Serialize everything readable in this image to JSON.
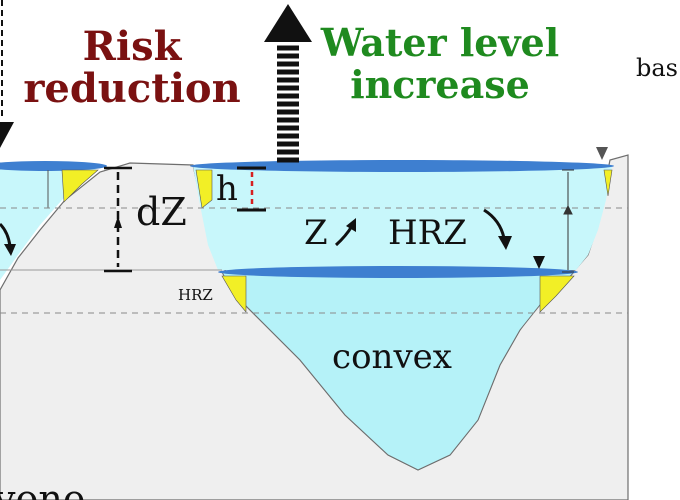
{
  "headings": {
    "risk_line1": "Risk",
    "risk_line2": "reduction",
    "water_line1": "Water level",
    "water_line2": "increase",
    "partial_right": "bas"
  },
  "labels": {
    "dz": "dZ",
    "h": "h",
    "z": "Z",
    "hrz_main": "HRZ",
    "hrz_small": "HRZ",
    "convex": "convex",
    "partial_bottom_left": "vone"
  },
  "colors": {
    "water_light": "#c8f7fb",
    "water_mid": "#b5f2f8",
    "water_surface": "#3e7fd0",
    "hrz_wedge": "#f2ef26",
    "ground": "#efefef",
    "ground_edge": "#6e6e6e",
    "risk_text": "#7a1111",
    "water_text": "#1f8a1f",
    "dashed": "#8a8a8a",
    "h_marker": "#d62020"
  },
  "icons": {
    "up_arrow": "dashed-up-arrow-icon",
    "down_arrow_left": "dashed-down-arrow-icon",
    "level_marker": "triangle-down-icon"
  }
}
